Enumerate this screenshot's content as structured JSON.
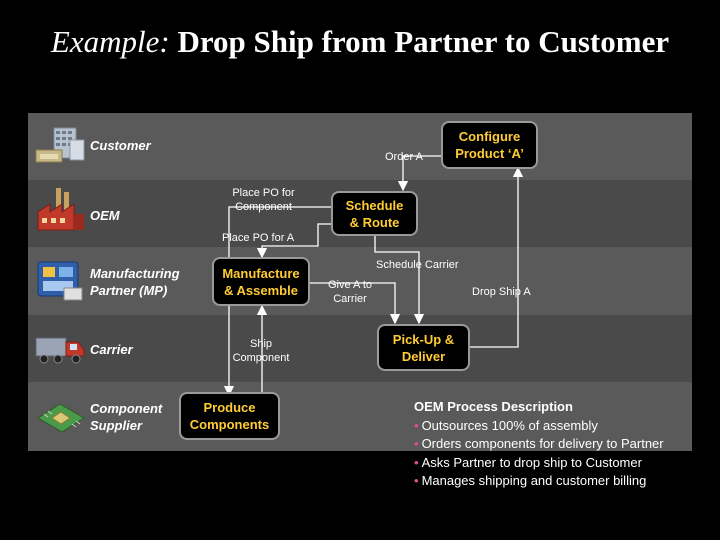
{
  "slide": {
    "title_italic": "Example:",
    "title_rest": "Drop Ship from Partner to Customer"
  },
  "lanes": [
    {
      "label": "Customer",
      "icon": "buildings-icon"
    },
    {
      "label": "OEM",
      "icon": "factory-icon"
    },
    {
      "label": "Manufacturing Partner (MP)",
      "icon": "manufacturing-icon"
    },
    {
      "label": "Carrier",
      "icon": "truck-icon"
    },
    {
      "label": "Component Supplier",
      "icon": "chip-icon"
    }
  ],
  "boxes": {
    "configure": "Configure Product ‘A’",
    "schedule": "Schedule & Route",
    "manufacture": "Manufacture & Assemble",
    "pickup": "Pick-Up & Deliver",
    "produce": "Produce Components"
  },
  "labels": {
    "order_a": "Order A",
    "place_po_component": "Place PO for Component",
    "place_po_a": "Place PO for A",
    "schedule_carrier": "Schedule Carrier",
    "give_a": "Give A to Carrier",
    "drop_ship": "Drop Ship A",
    "ship_component": "Ship Component"
  },
  "description": {
    "heading": "OEM Process Description",
    "bullets": [
      "Outsources 100% of assembly",
      "Orders components for delivery to Partner",
      "Asks Partner to drop ship to Customer",
      "Manages shipping and customer billing"
    ]
  },
  "colors": {
    "lane_a": "#595959",
    "lane_b": "#4a4a4a",
    "box_text": "#ffcc33",
    "bullet": "#e64aa0"
  }
}
